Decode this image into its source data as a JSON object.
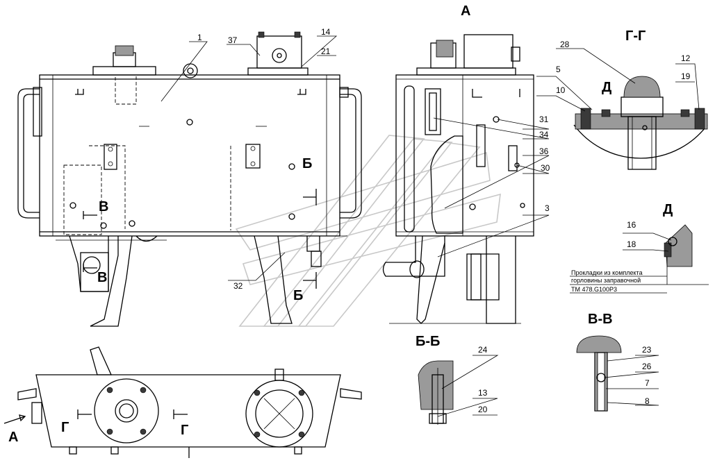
{
  "views": {
    "main_front": {
      "section_b_label": "В",
      "section_b_label2": "В",
      "section_bb_label": "Б",
      "section_bb_label2": "Б"
    },
    "side_view": {
      "title": "А"
    },
    "section_gg": {
      "title": "Г-Г",
      "detail_d_mark": "Д"
    },
    "detail_d": {
      "title": "Д",
      "note_lines": [
        "Прокладки из комплекта",
        "горловины заправочной",
        "ТМ 478.G100P3"
      ]
    },
    "section_vv": {
      "title": "В-В"
    },
    "section_bb": {
      "title": "Б-Б"
    },
    "plan_view": {
      "view_arrow_label": "А",
      "cut_label_left": "Г",
      "cut_label_right": "Г"
    }
  },
  "callouts": {
    "c1": "1",
    "c37": "37",
    "c14": "14",
    "c21": "21",
    "c32": "32",
    "c31": "31",
    "c34": "34",
    "c36": "36",
    "c30": "30",
    "c3": "3",
    "c28": "28",
    "c5": "5",
    "c10": "10",
    "c12": "12",
    "c19": "19",
    "c16": "16",
    "c18": "18",
    "c24": "24",
    "c13": "13",
    "c20": "20",
    "c23": "23",
    "c26": "26",
    "c7": "7",
    "c8": "8"
  }
}
